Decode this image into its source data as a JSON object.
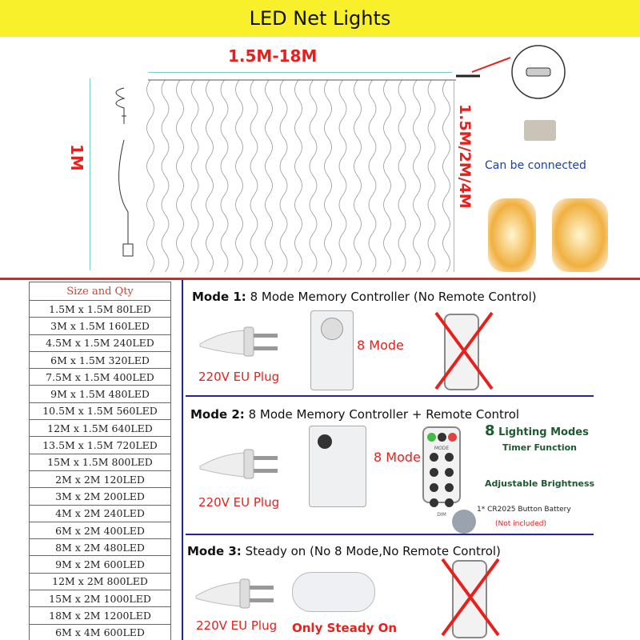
{
  "title": "LED Net Lights",
  "diagram": {
    "width_label": "1.5M-18M",
    "lead_label": "1M",
    "height_label": "1.5M/2M/4M",
    "connect_label": "Can be connected"
  },
  "table": {
    "header": "Size and Qty",
    "rows": [
      "1.5M x 1.5M 80LED",
      "3M x 1.5M 160LED",
      "4.5M x 1.5M 240LED",
      "6M x 1.5M 320LED",
      "7.5M x 1.5M 400LED",
      "9M x 1.5M 480LED",
      "10.5M x 1.5M 560LED",
      "12M x 1.5M 640LED",
      "13.5M x 1.5M 720LED",
      "15M x 1.5M 800LED",
      "2M x 2M 120LED",
      "3M x 2M 200LED",
      "4M x 2M 240LED",
      "6M x 2M 400LED",
      "8M x 2M 480LED",
      "9M x 2M 600LED",
      "12M x 2M 800LED",
      "15M x 2M 1000LED",
      "18M x 2M 1200LED",
      "6M x 4M 600LED"
    ]
  },
  "modes": [
    {
      "label": "Mode 1:",
      "desc": "8 Mode Memory Controller  (No Remote Control)",
      "plug": "220V EU Plug",
      "controller": "8 Mode"
    },
    {
      "label": "Mode 2:",
      "desc": "8 Mode Memory Controller + Remote Control",
      "plug": "220V EU Plug",
      "controller": "8 Mode",
      "features": {
        "num": "8",
        "lighting": "Lighting Modes",
        "timer": "Timer Function",
        "brightness": "Adjustable Brightness",
        "battery": "1* CR2025 Button Battery",
        "not_included": "(Not included)"
      },
      "remote_mode": "MODE",
      "remote_dim": "DIM"
    },
    {
      "label": "Mode 3:",
      "desc": "Steady on  (No 8 Mode,No Remote Control)",
      "plug": "220V EU Plug",
      "controller": "Only Steady On"
    }
  ]
}
